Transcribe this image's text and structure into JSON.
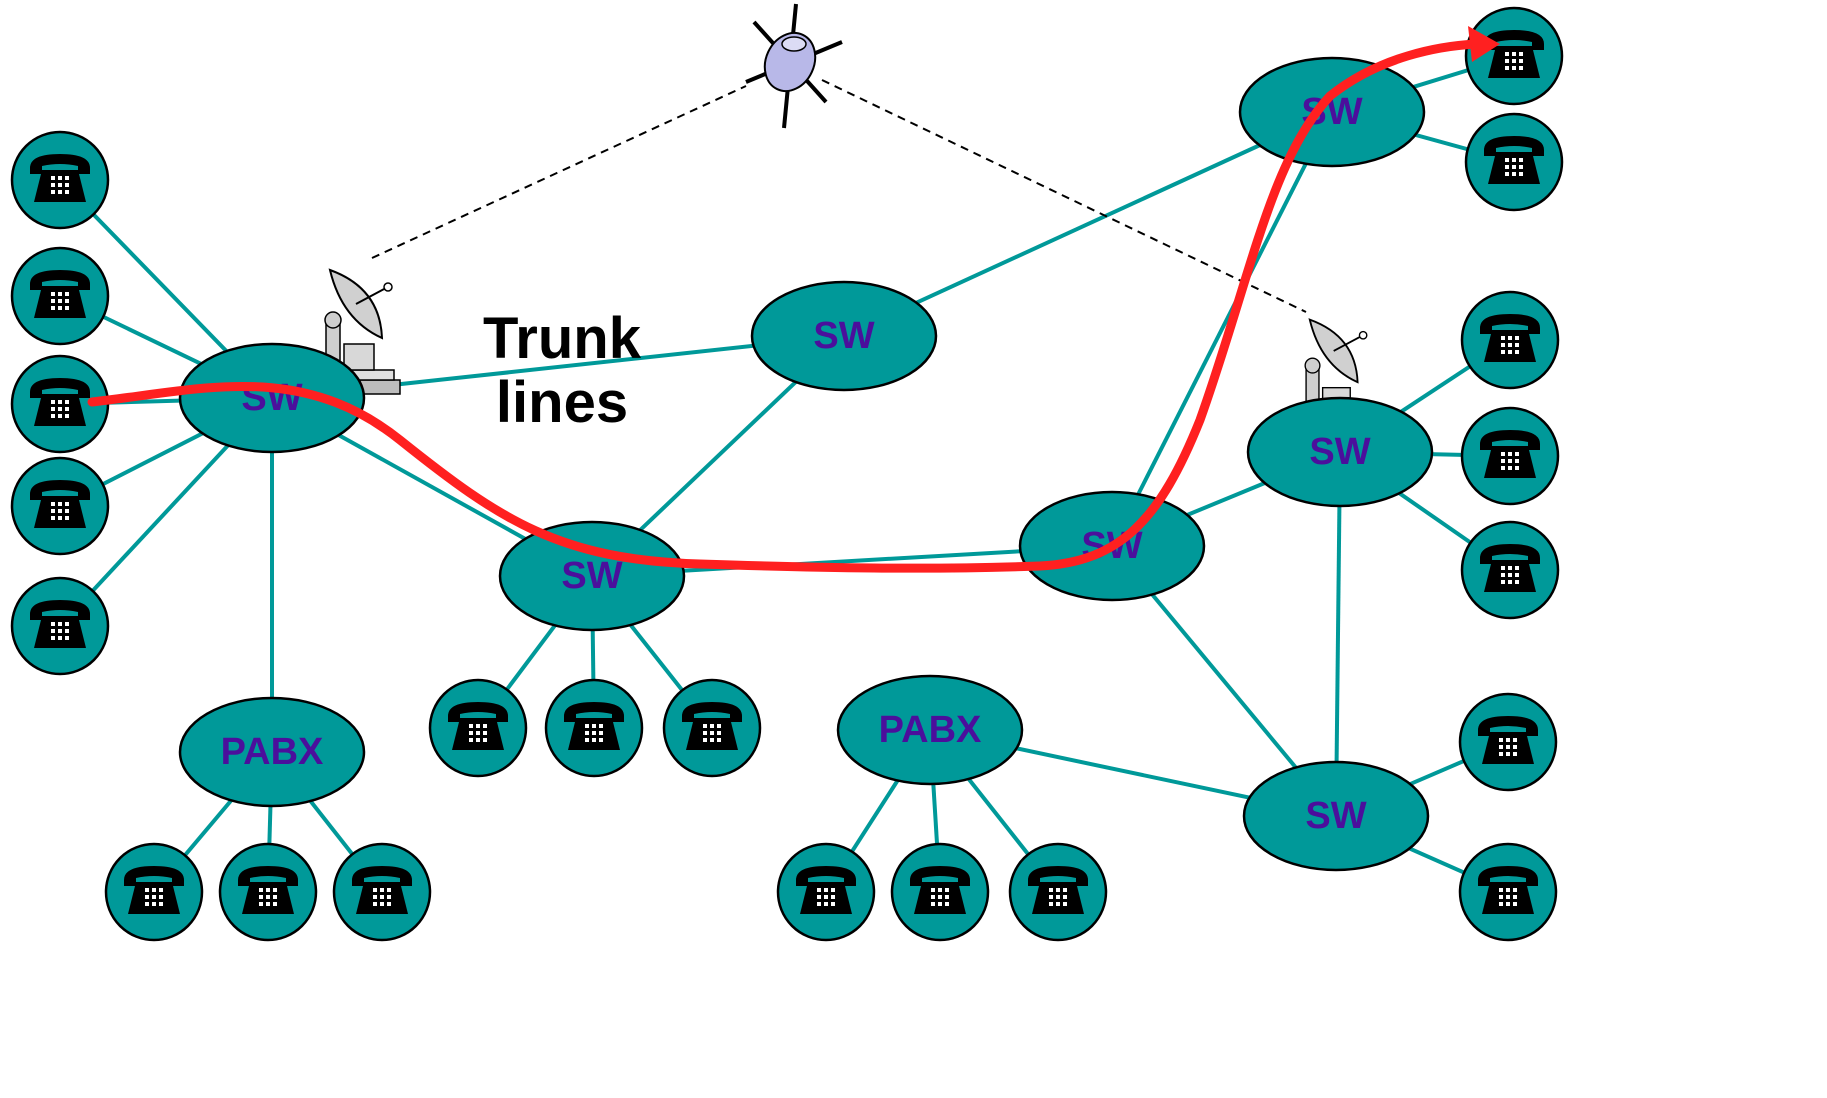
{
  "diagram": {
    "colors": {
      "node_fill": "#009999",
      "node_label": "#4b0f9c",
      "link": "#009999",
      "route": "#ff2020",
      "outline": "#000000"
    },
    "trunk_label": {
      "line1": "Trunk",
      "line2": "lines"
    },
    "nodes": {
      "sw1": "SW",
      "sw2": "SW",
      "sw3": "SW",
      "sw4": "SW",
      "sw5": "SW",
      "sw6": "SW",
      "sw7": "SW",
      "pabx1": "PABX",
      "pabx2": "PABX"
    },
    "icons": {
      "phone": "telephone-icon",
      "satellite": "satellite-icon",
      "dish": "satellite-dish-icon",
      "arrow": "arrow-head-icon"
    }
  }
}
